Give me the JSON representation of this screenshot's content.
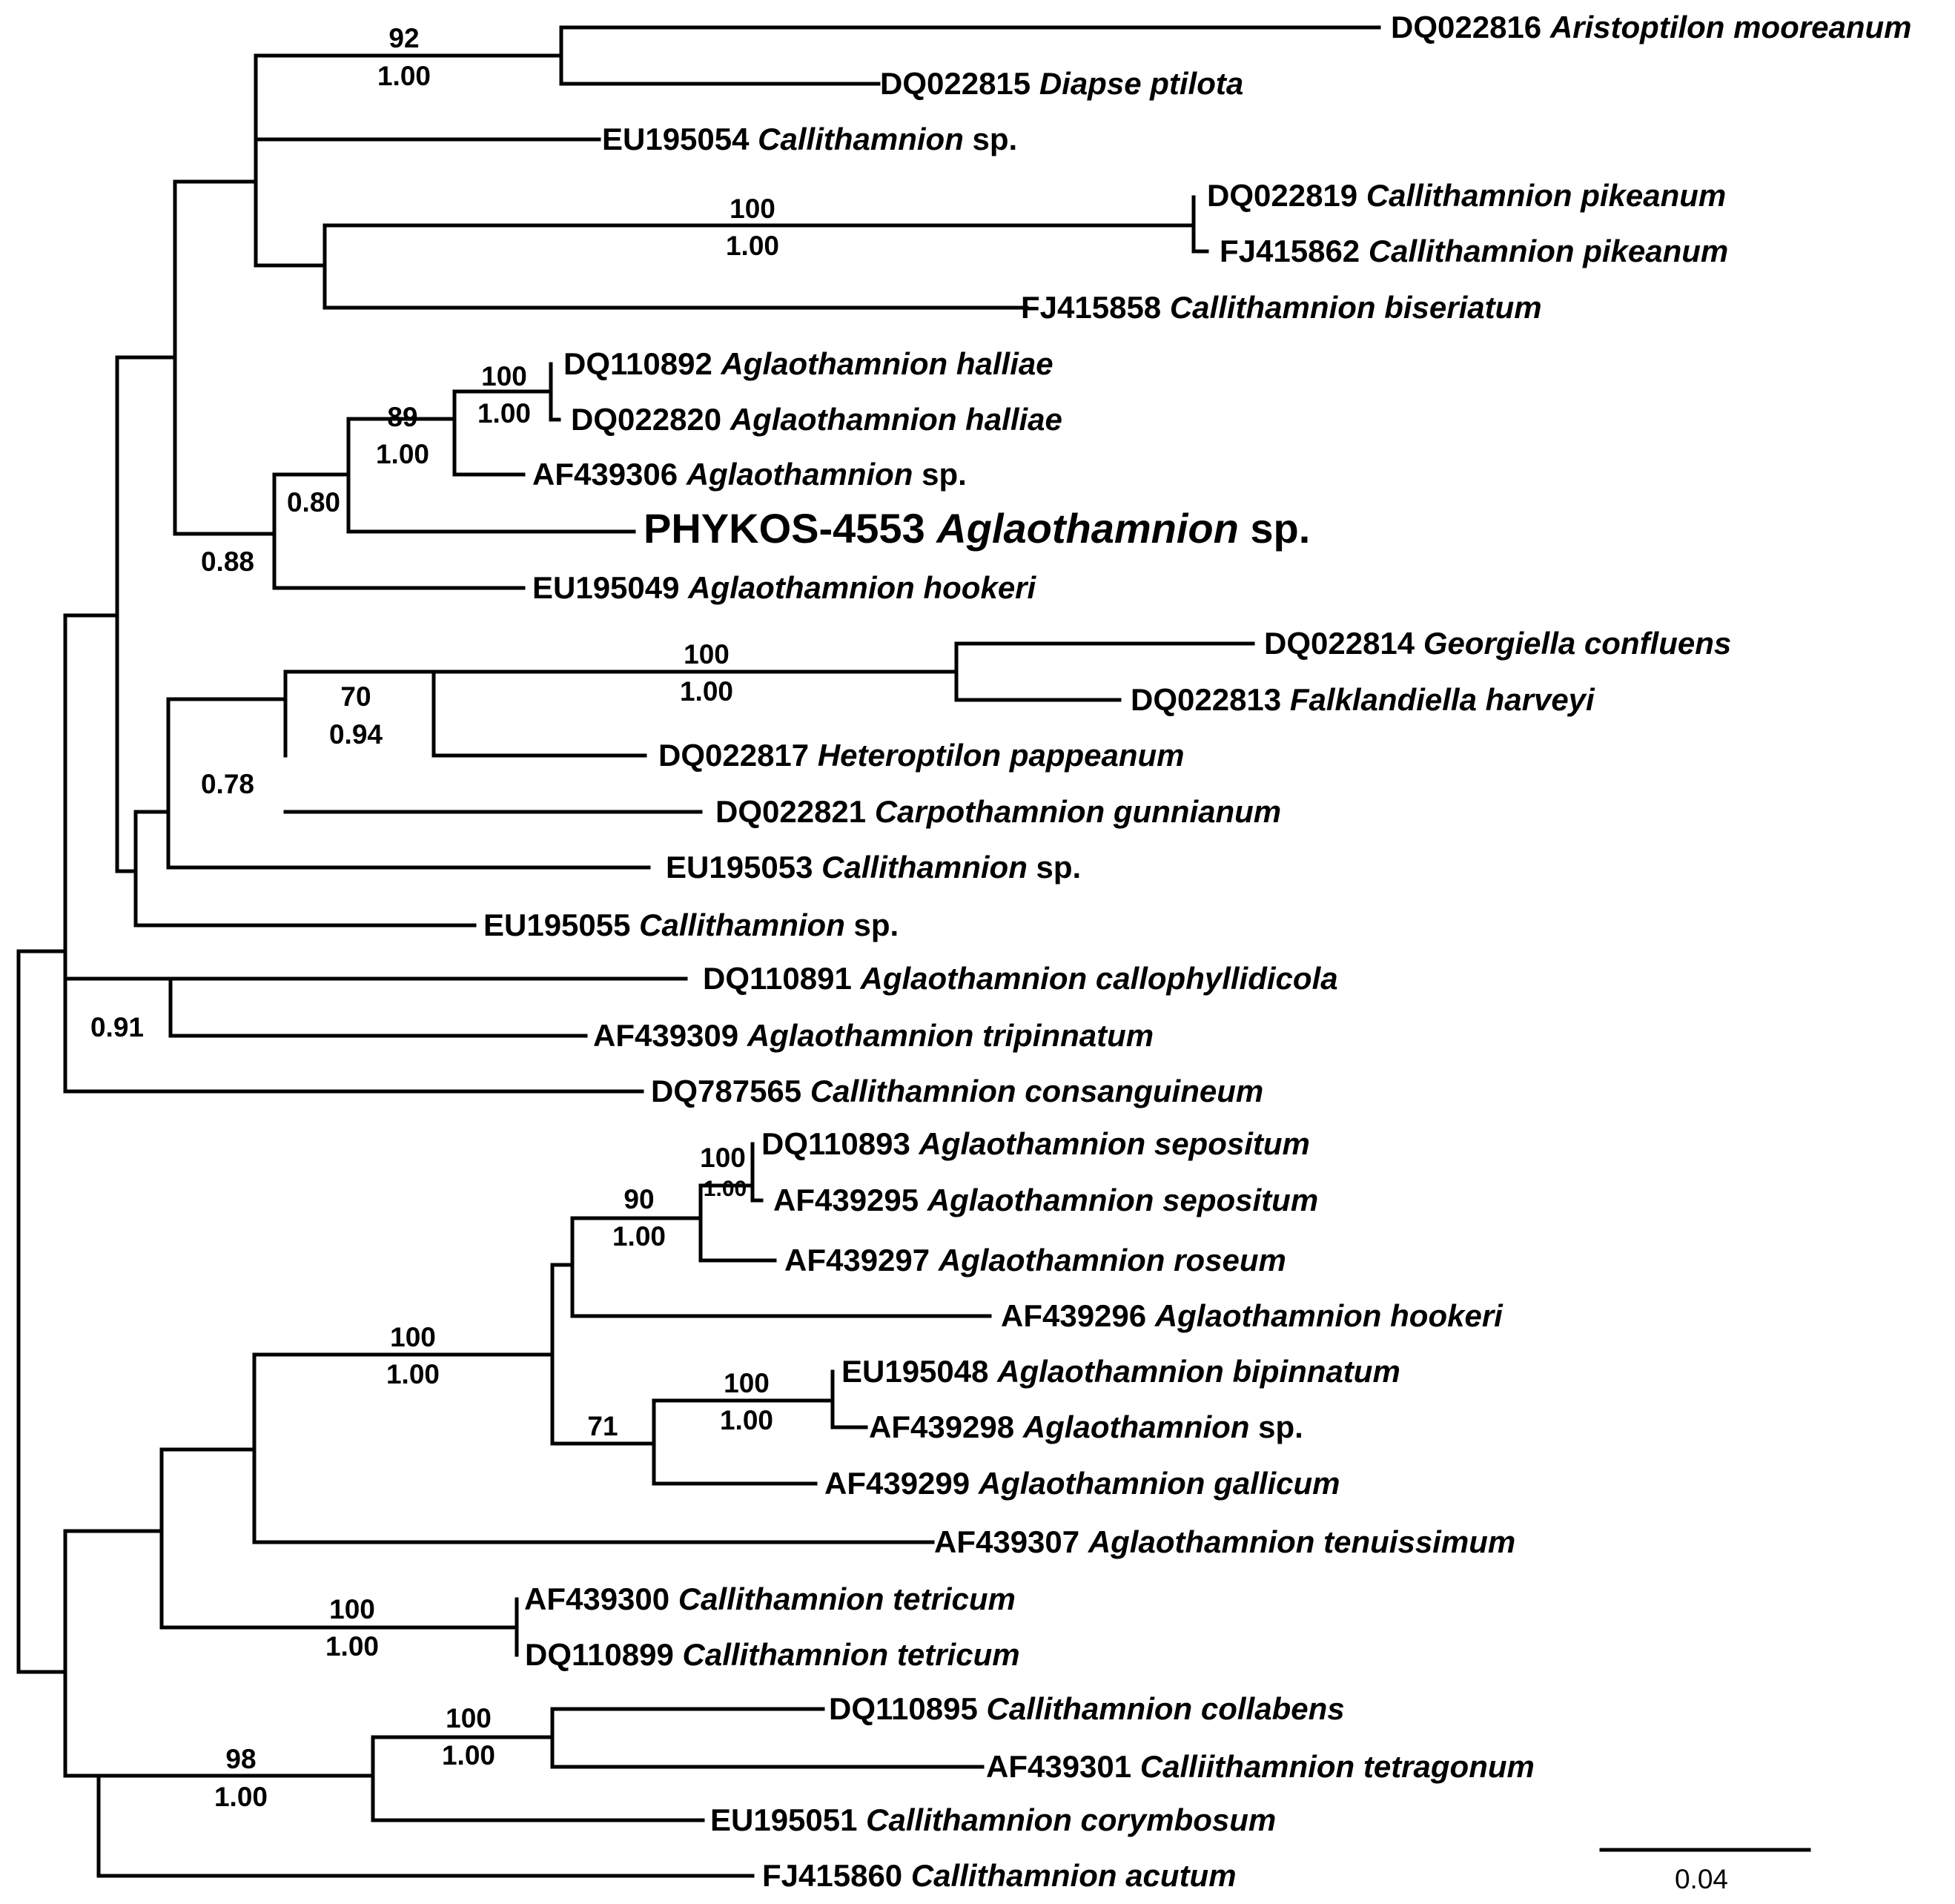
{
  "taxa": [
    {
      "acc": "DQ022816",
      "genus": "Aristoptilon",
      "species": "mooreanum"
    },
    {
      "acc": "DQ022815",
      "genus": "Diapse",
      "species": "ptilota"
    },
    {
      "acc": "EU195054",
      "genus": "Callithamnion",
      "species": "sp."
    },
    {
      "acc": "DQ022819",
      "genus": "Callithamnion",
      "species": "pikeanum"
    },
    {
      "acc": "FJ415862",
      "genus": "Callithamnion",
      "species": "pikeanum"
    },
    {
      "acc": "FJ415858",
      "genus": "Callithamnion",
      "species": "biseriatum"
    },
    {
      "acc": "DQ110892",
      "genus": "Aglaothamnion",
      "species": "halliae"
    },
    {
      "acc": "DQ022820",
      "genus": "Aglaothamnion",
      "species": "halliae"
    },
    {
      "acc": "AF439306",
      "genus": "Aglaothamnion",
      "species": "sp."
    },
    {
      "acc": "PHYKOS-4553",
      "genus": "Aglaothamnion",
      "species": "sp."
    },
    {
      "acc": "EU195049",
      "genus": "Aglaothamnion",
      "species": "hookeri"
    },
    {
      "acc": "DQ022814",
      "genus": "Georgiella",
      "species": "confluens"
    },
    {
      "acc": "DQ022813",
      "genus": "Falklandiella",
      "species": "harveyi"
    },
    {
      "acc": "DQ022817",
      "genus": "Heteroptilon",
      "species": "pappeanum"
    },
    {
      "acc": "DQ022821",
      "genus": "Carpothamnion",
      "species": "gunnianum"
    },
    {
      "acc": "EU195053",
      "genus": "Callithamnion",
      "species": "sp."
    },
    {
      "acc": "EU195055",
      "genus": "Callithamnion",
      "species": "sp."
    },
    {
      "acc": "DQ110891",
      "genus": "Aglaothamnion",
      "species": "callophyllidicola"
    },
    {
      "acc": "AF439309",
      "genus": "Aglaothamnion",
      "species": "tripinnatum"
    },
    {
      "acc": "DQ787565",
      "genus": "Callithamnion",
      "species": "consanguineum"
    },
    {
      "acc": "DQ110893",
      "genus": "Aglaothamnion",
      "species": "sepositum"
    },
    {
      "acc": "AF439295",
      "genus": "Aglaothamnion",
      "species": "sepositum"
    },
    {
      "acc": "AF439297",
      "genus": "Aglaothamnion",
      "species": "roseum"
    },
    {
      "acc": "AF439296",
      "genus": "Aglaothamnion",
      "species": "hookeri"
    },
    {
      "acc": "EU195048",
      "genus": "Aglaothamnion",
      "species": "bipinnatum"
    },
    {
      "acc": "AF439298",
      "genus": "Aglaothamnion",
      "species": "sp."
    },
    {
      "acc": "AF439299",
      "genus": "Aglaothamnion",
      "species": "gallicum"
    },
    {
      "acc": "AF439307",
      "genus": "Aglaothamnion",
      "species": "tenuissimum"
    },
    {
      "acc": "AF439300",
      "genus": "Callithamnion",
      "species": "tetricum"
    },
    {
      "acc": "DQ110899",
      "genus": "Callithamnion",
      "species": "tetricum"
    },
    {
      "acc": "DQ110895",
      "genus": "Callithamnion",
      "species": "collabens"
    },
    {
      "acc": "AF439301",
      "genus": "Calliithamnion",
      "species": "tetragonum"
    },
    {
      "acc": "EU195051",
      "genus": "Callithamnion",
      "species": "corymbosum"
    },
    {
      "acc": "FJ415860",
      "genus": "Callithamnion",
      "species": "acutum"
    }
  ],
  "support": {
    "aristoptilon_diapse": {
      "bootstrap": "92",
      "posterior": "1.00"
    },
    "pikeanum": {
      "bootstrap": "100",
      "posterior": "1.00"
    },
    "halliae": {
      "bootstrap": "100",
      "posterior": "1.00"
    },
    "halliae_af439306": {
      "bootstrap": "89",
      "posterior": "1.00"
    },
    "phykos_clade": {
      "posterior": "0.80"
    },
    "aglaothamnion_clade": {
      "posterior": "0.88"
    },
    "georgiella_falklandiella": {
      "bootstrap": "100",
      "posterior": "1.00"
    },
    "heteroptilon_clade": {
      "bootstrap": "70",
      "posterior": "0.94"
    },
    "carpothamnion_clade": {
      "posterior": "0.78"
    },
    "callophyllidicola_tripinnatum": {
      "posterior": "0.91"
    },
    "sepositum": {
      "bootstrap": "100",
      "posterior": "1.00"
    },
    "sepositum_roseum": {
      "bootstrap": "90",
      "posterior": "1.00"
    },
    "lower_aglaothamnion": {
      "bootstrap": "100",
      "posterior": "1.00"
    },
    "bipinnatum_af439298": {
      "bootstrap": "100",
      "posterior": "1.00"
    },
    "bipinnatum_gallicum": {
      "bootstrap": "71"
    },
    "tetricum": {
      "bootstrap": "100",
      "posterior": "1.00"
    },
    "collabens_tetragonum": {
      "bootstrap": "100",
      "posterior": "1.00"
    },
    "corymbosum_clade": {
      "bootstrap": "98",
      "posterior": "1.00"
    }
  },
  "scale_bar": {
    "label": "0.04"
  }
}
